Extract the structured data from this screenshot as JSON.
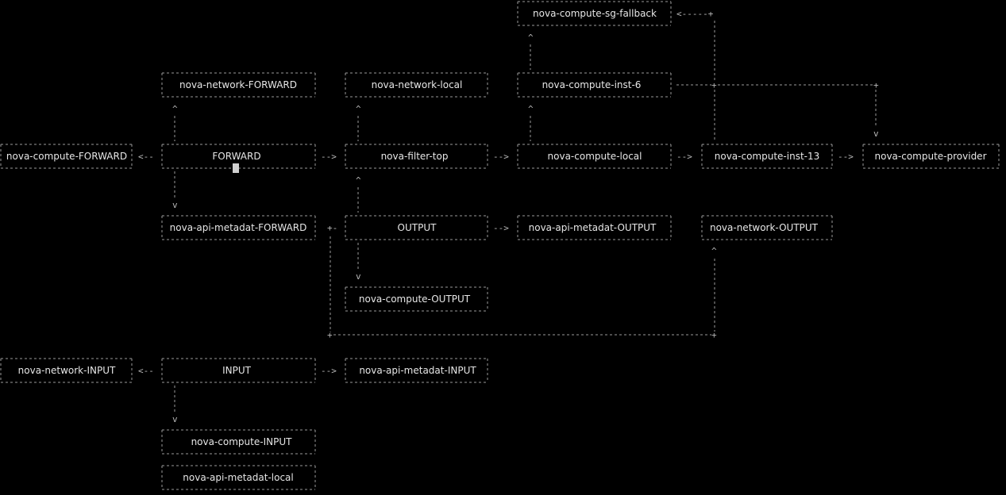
{
  "diagram": {
    "chains": {
      "nova_compute_sg_fallback": "nova-compute-sg-fallback",
      "nova_network_forward": "nova-network-FORWARD",
      "nova_network_local": "nova-network-local",
      "nova_compute_inst_6": "nova-compute-inst-6",
      "nova_compute_forward": "nova-compute-FORWARD",
      "forward": "FORWARD",
      "nova_filter_top": "nova-filter-top",
      "nova_compute_local": "nova-compute-local",
      "nova_compute_inst_13": "nova-compute-inst-13",
      "nova_compute_provider": "nova-compute-provider",
      "nova_api_metadat_forward": "nova-api-metadat-FORWARD",
      "output": "OUTPUT",
      "nova_api_metadat_output": "nova-api-metadat-OUTPUT",
      "nova_network_output": "nova-network-OUTPUT",
      "nova_compute_output": "nova-compute-OUTPUT",
      "nova_network_input": "nova-network-INPUT",
      "input": "INPUT",
      "nova_api_metadat_input": "nova-api-metadat-INPUT",
      "nova_compute_input": "nova-compute-INPUT",
      "nova_api_metadat_local": "nova-api-metadat-local"
    },
    "arrows": {
      "right": "-->",
      "left": "<--",
      "left_long": "<-----+",
      "up": "^",
      "down": "v",
      "junction": "+-"
    }
  },
  "colors": {
    "background": "#000000",
    "text": "#e6e6e6",
    "line": "#9a9a9a"
  }
}
